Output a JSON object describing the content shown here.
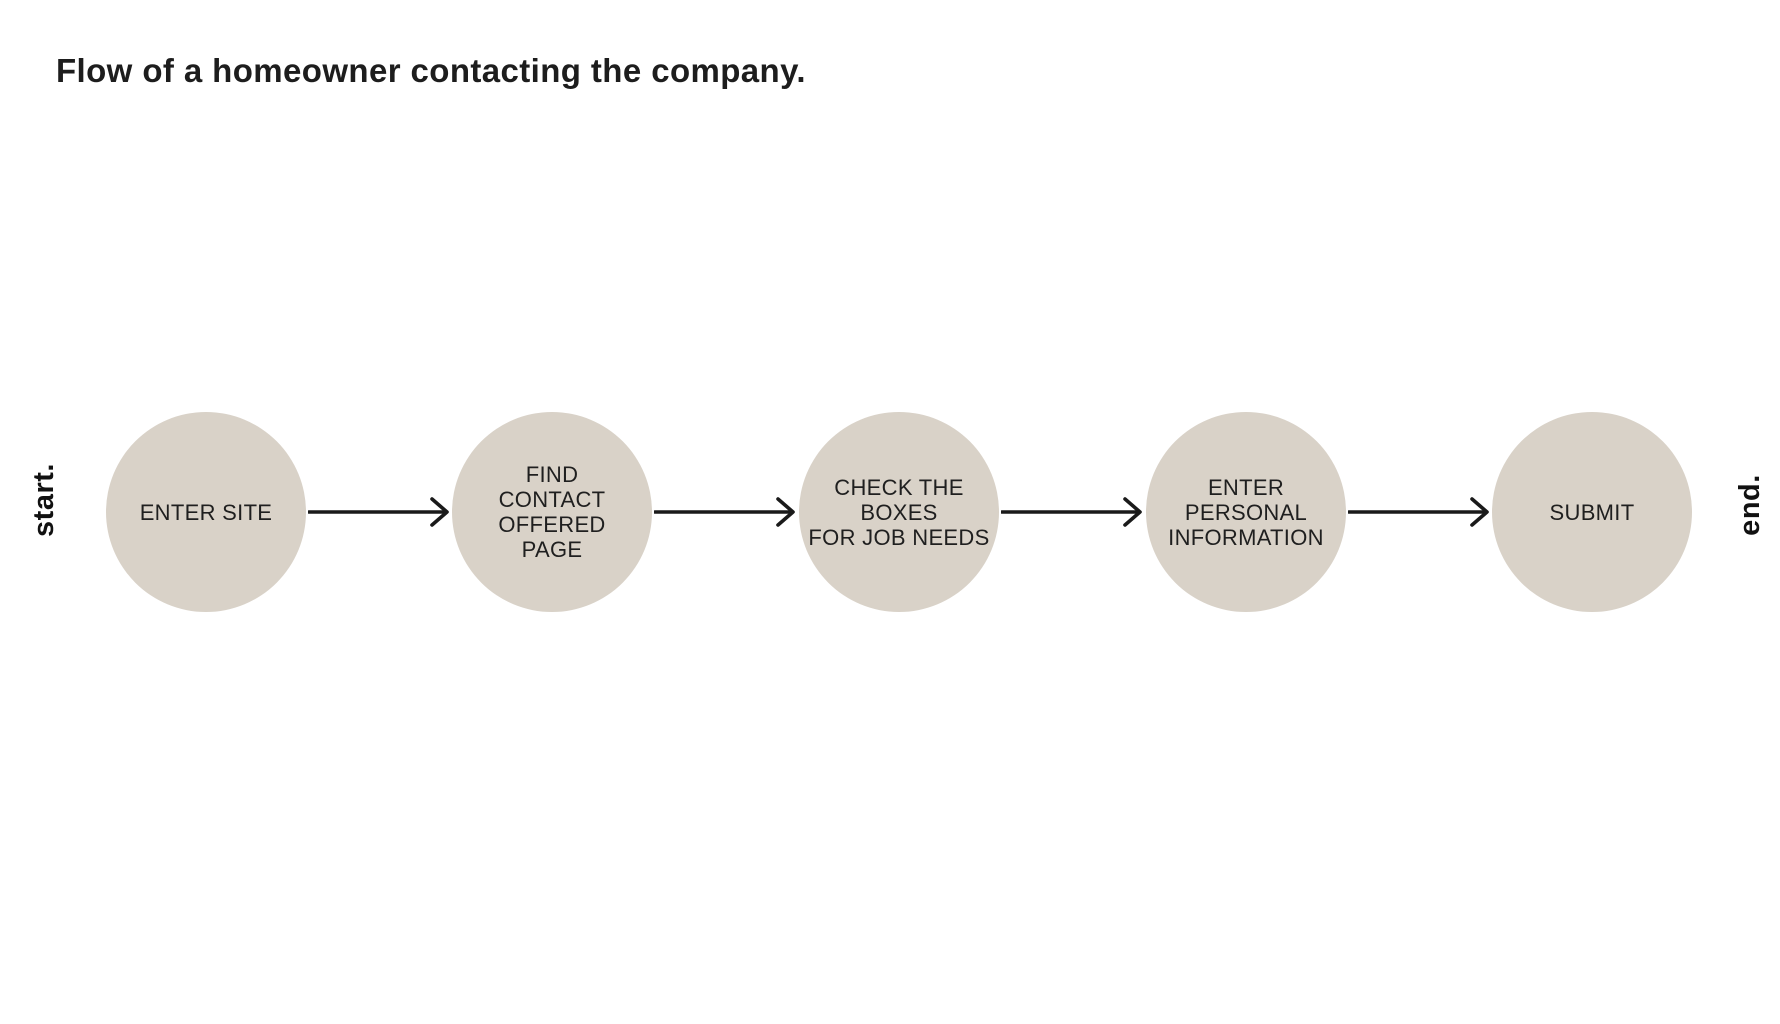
{
  "title": "Flow of a homeowner contacting the company.",
  "flow": {
    "start_label": "start.",
    "end_label": "end.",
    "steps": [
      {
        "label": "ENTER SITE"
      },
      {
        "label": "FIND\nCONTACT\nOFFERED\nPAGE"
      },
      {
        "label": "CHECK THE\nBOXES\nFOR JOB NEEDS"
      },
      {
        "label": "ENTER\nPERSONAL\nINFORMATION"
      },
      {
        "label": "SUBMIT"
      }
    ]
  },
  "colors": {
    "background": "#ffffff",
    "circle_fill": "#d9d2c8",
    "title_text": "#1d1d1d",
    "step_text": "#1f1f1f",
    "arrow": "#1a1a1a"
  }
}
